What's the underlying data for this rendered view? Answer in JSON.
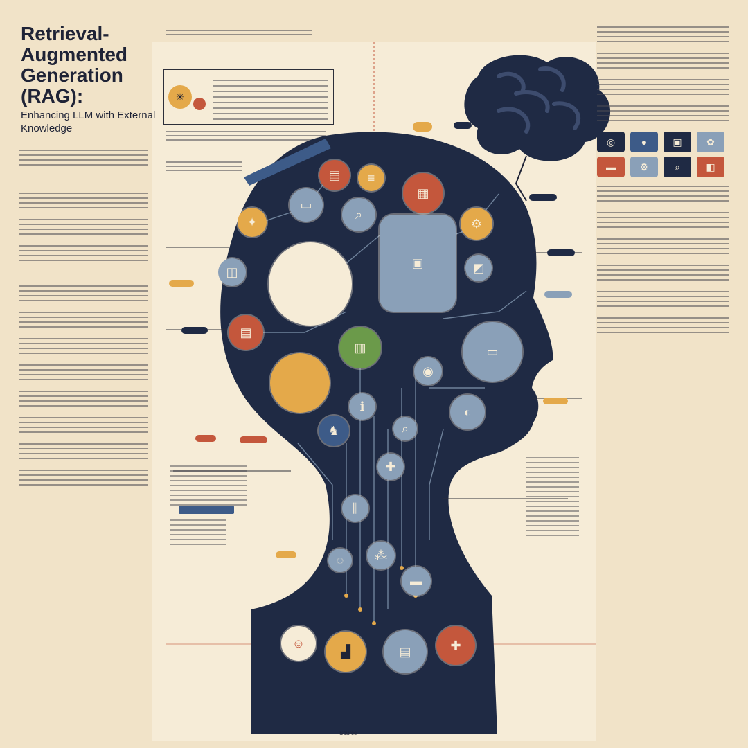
{
  "poster": {
    "title": "Retrieval-Augmented Generation (RAG):",
    "subtitle": "Enhancing LLM with External Knowledge",
    "footer": "Source"
  },
  "colors": {
    "background": "#f1e3c8",
    "navy": "#1f2a44",
    "orange": "#e4a94a",
    "red": "#c4573c",
    "steel": "#8aa0b8",
    "green": "#6b9a4a",
    "cream": "#f6ecd7"
  },
  "icons": [
    "brain-icon",
    "lightbulb-icon",
    "document-icon",
    "database-icon",
    "chart-icon",
    "search-icon",
    "gear-icon",
    "user-icon"
  ]
}
